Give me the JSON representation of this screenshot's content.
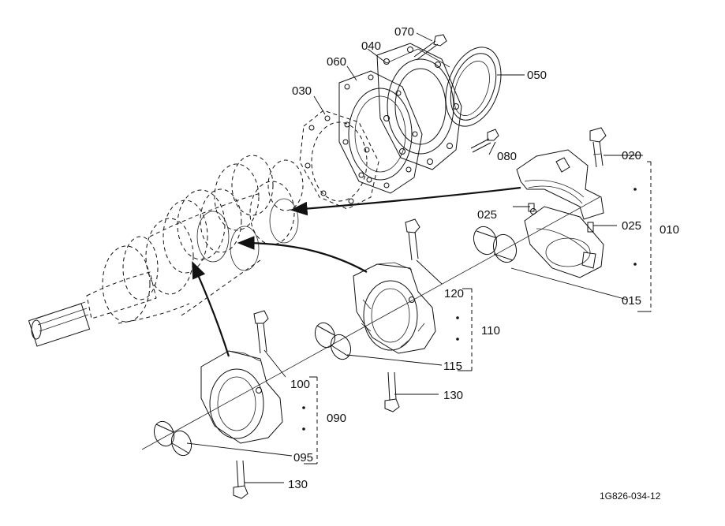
{
  "labels": {
    "p070": "070",
    "p040": "040",
    "p060": "060",
    "p050": "050",
    "p030": "030",
    "p080": "080",
    "p020": "020",
    "p025a": "025",
    "p025b": "025",
    "p010": "010",
    "p015": "015",
    "p120": "120",
    "p110": "110",
    "p115": "115",
    "p130a": "130",
    "p100": "100",
    "p090": "090",
    "p095": "095",
    "p130b": "130"
  },
  "drawing_code": "1G826-034-12"
}
